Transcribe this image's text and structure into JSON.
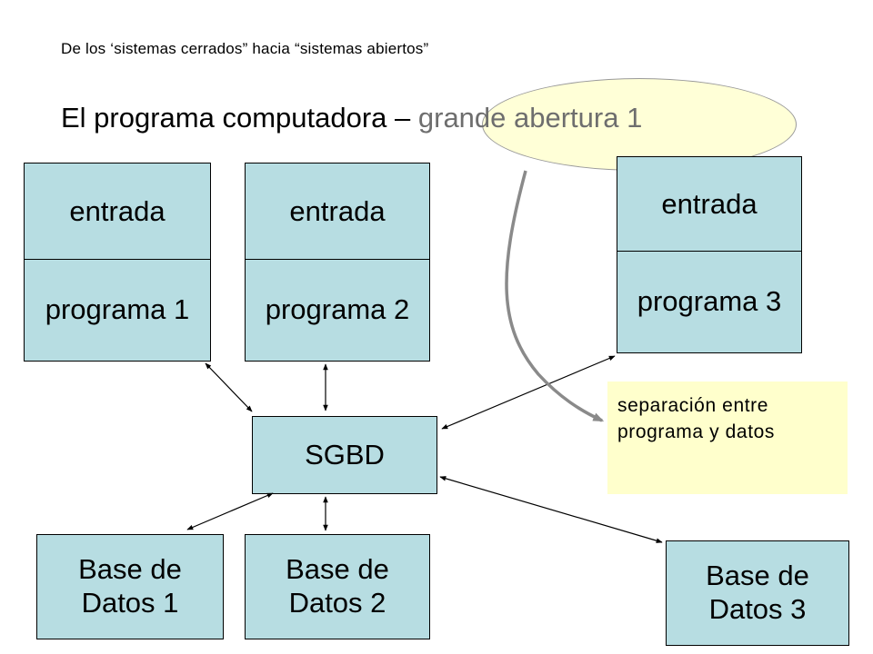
{
  "slide": {
    "subtitle": "De los ‘sistemas cerrados” hacia “sistemas abiertos”",
    "title_main": "El programa computadora – ",
    "title_highlight": "grande abertura 1"
  },
  "programs": [
    {
      "top_label": "entrada",
      "bottom_label": "programa 1"
    },
    {
      "top_label": "entrada",
      "bottom_label": "programa 2"
    },
    {
      "top_label": "entrada",
      "bottom_label": "programa 3"
    }
  ],
  "dbms": {
    "label": "SGBD"
  },
  "databases": [
    {
      "line1": "Base de",
      "line2": "Datos 1"
    },
    {
      "line1": "Base de",
      "line2": "Datos 2"
    },
    {
      "line1": "Base de",
      "line2": "Datos 3"
    }
  ],
  "note": {
    "text": "separación entre programa y datos"
  },
  "colors": {
    "box_fill": "#b7dde2",
    "note_fill": "#ffffcc",
    "ellipse_fill": "#ffffcc",
    "curve_stroke": "#8a8a8a",
    "highlight_text": "#6e6e6e"
  }
}
